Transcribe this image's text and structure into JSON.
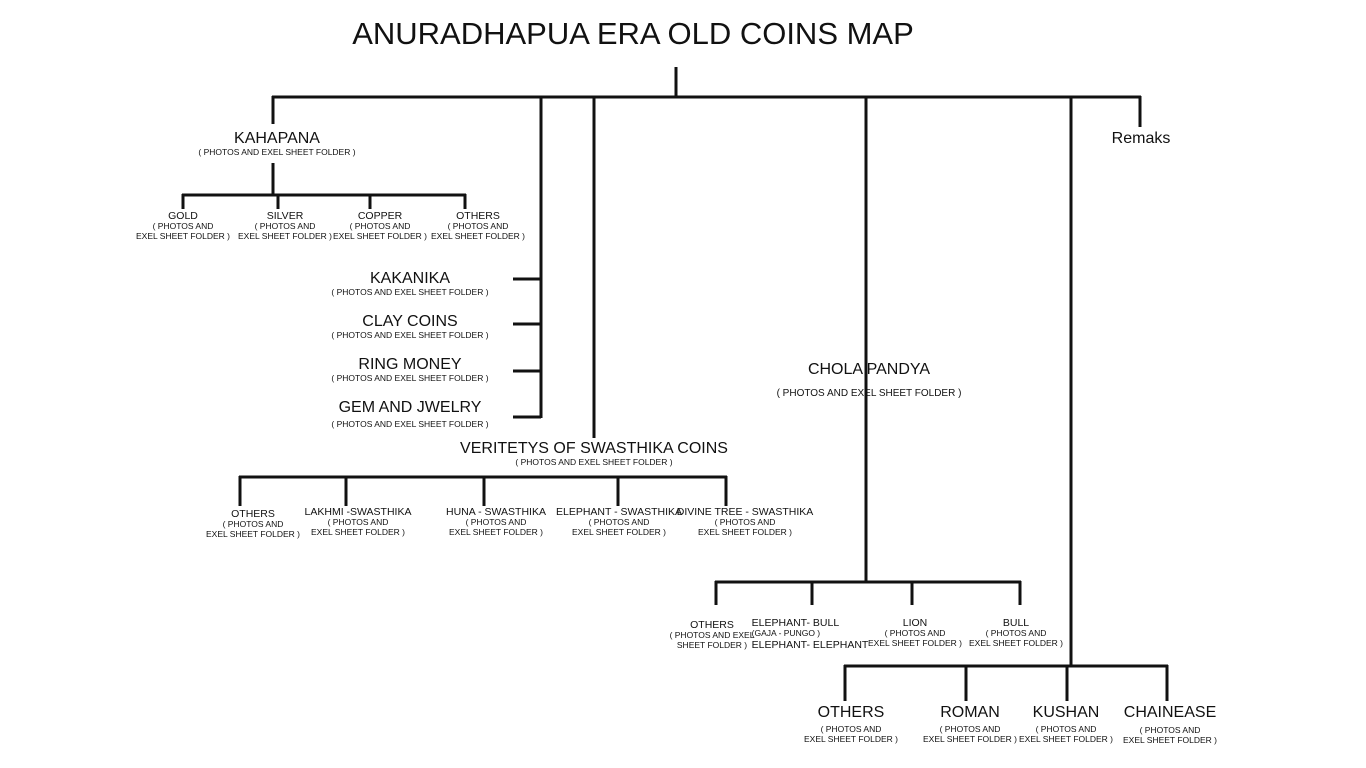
{
  "title": "ANURADHAPUA ERA OLD COINS MAP",
  "folder_label": "( PHOTOS AND EXEL SHEET FOLDER )",
  "folder_label_split": [
    "( PHOTOS AND",
    "EXEL SHEET FOLDER )"
  ],
  "kahapana": {
    "label": "KAHAPANA",
    "children": [
      "GOLD",
      "SILVER",
      "COPPER",
      "OTHERS"
    ]
  },
  "side_branch": [
    "KAKANIKA",
    "CLAY COINS",
    "RING MONEY",
    "GEM AND JWELRY"
  ],
  "swasthika": {
    "label": "VERITETYS OF SWASTHIKA COINS",
    "children": [
      "OTHERS",
      "LAKHMI -SWASTHIKA",
      "HUNA - SWASTHIKA",
      "ELEPHANT - SWASTHIKA",
      "DIVINE TREE - SWASTHIKA"
    ]
  },
  "chola": {
    "label": "CHOLA PANDYA",
    "children": [
      "OTHERS",
      "ELEPHANT- BULL",
      "LION",
      "BULL"
    ],
    "others_sub": [
      "( PHOTOS AND EXEL",
      "SHEET FOLDER )"
    ],
    "elephant_sub": "(GAJA - PUNGO )",
    "elephant_second": "ELEPHANT- ELEPHANT"
  },
  "foreign": [
    "OTHERS",
    "ROMAN",
    "KUSHAN",
    "CHAINEASE"
  ],
  "remarks": "Remaks"
}
